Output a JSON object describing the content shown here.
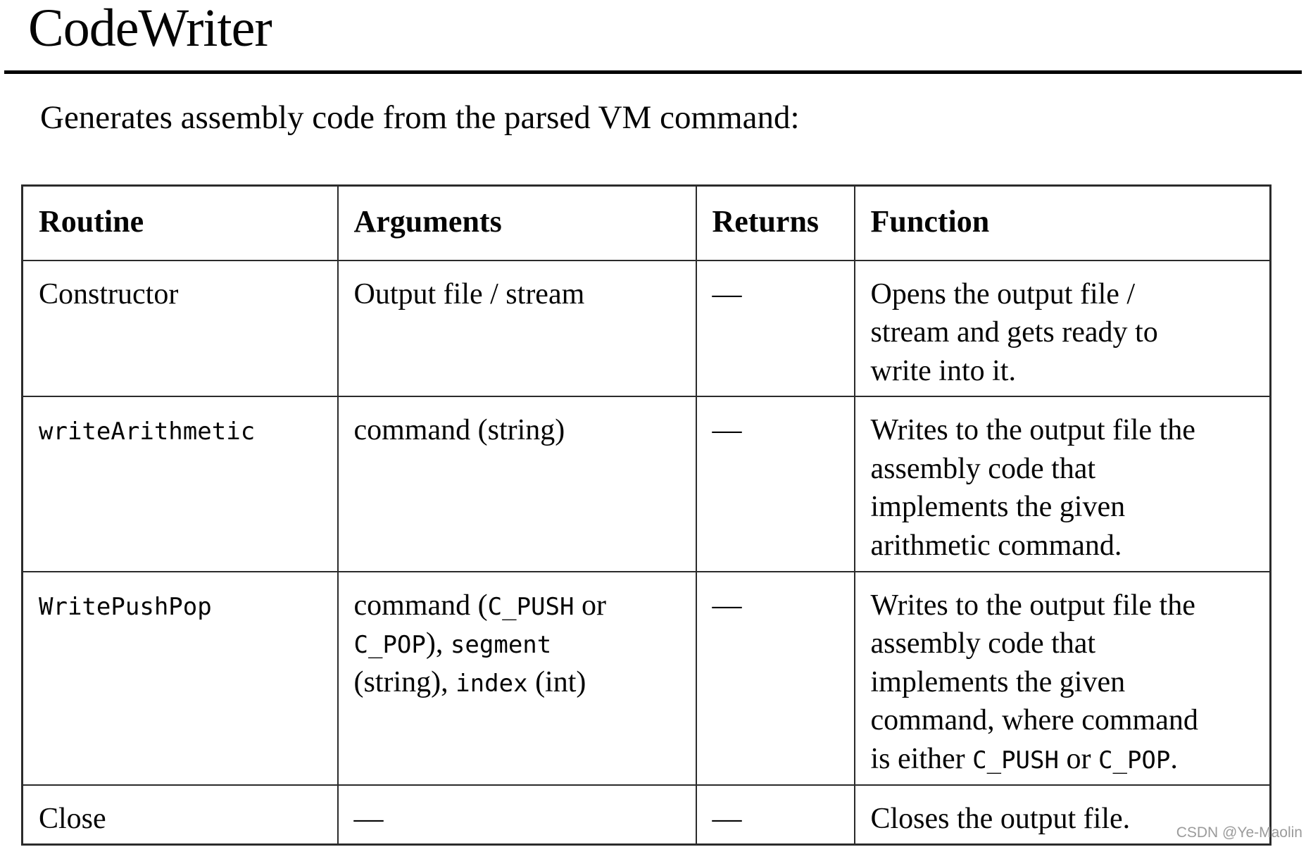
{
  "page": {
    "title": "CodeWriter",
    "subtitle": "Generates assembly code from the parsed VM command:",
    "watermark": "CSDN @Ye-Maolin"
  },
  "table": {
    "headers": [
      "Routine",
      "Arguments",
      "Returns",
      "Function"
    ],
    "rows": [
      [
        [
          {
            "t": "Constructor"
          }
        ],
        [
          {
            "t": "Output file / stream"
          }
        ],
        [
          {
            "t": "—"
          }
        ],
        [
          {
            "t": "Opens the output file /\nstream and gets ready to\nwrite into it."
          }
        ]
      ],
      [
        [
          {
            "t": "writeArithmetic",
            "mono": true
          }
        ],
        [
          {
            "t": "command (string)"
          }
        ],
        [
          {
            "t": "—"
          }
        ],
        [
          {
            "t": "Writes to the output file the\nassembly code that\nimplements the given\narithmetic command."
          }
        ]
      ],
      [
        [
          {
            "t": "WritePushPop",
            "mono": true
          }
        ],
        [
          {
            "t": "command ("
          },
          {
            "t": "C_PUSH",
            "mono": true
          },
          {
            "t": " or\n"
          },
          {
            "t": "C_POP",
            "mono": true
          },
          {
            "t": "), "
          },
          {
            "t": "segment",
            "mono": true
          },
          {
            "t": "\n(string), "
          },
          {
            "t": "index",
            "mono": true
          },
          {
            "t": " (int)"
          }
        ],
        [
          {
            "t": "—"
          }
        ],
        [
          {
            "t": "Writes to the output file the\nassembly code that\nimplements the given\ncommand, where command\nis either "
          },
          {
            "t": "C_PUSH",
            "mono": true
          },
          {
            "t": " or "
          },
          {
            "t": "C_POP",
            "mono": true
          },
          {
            "t": "."
          }
        ]
      ],
      [
        [
          {
            "t": "Close"
          }
        ],
        [
          {
            "t": "—"
          }
        ],
        [
          {
            "t": "—"
          }
        ],
        [
          {
            "t": "Closes the output file."
          }
        ]
      ]
    ]
  }
}
